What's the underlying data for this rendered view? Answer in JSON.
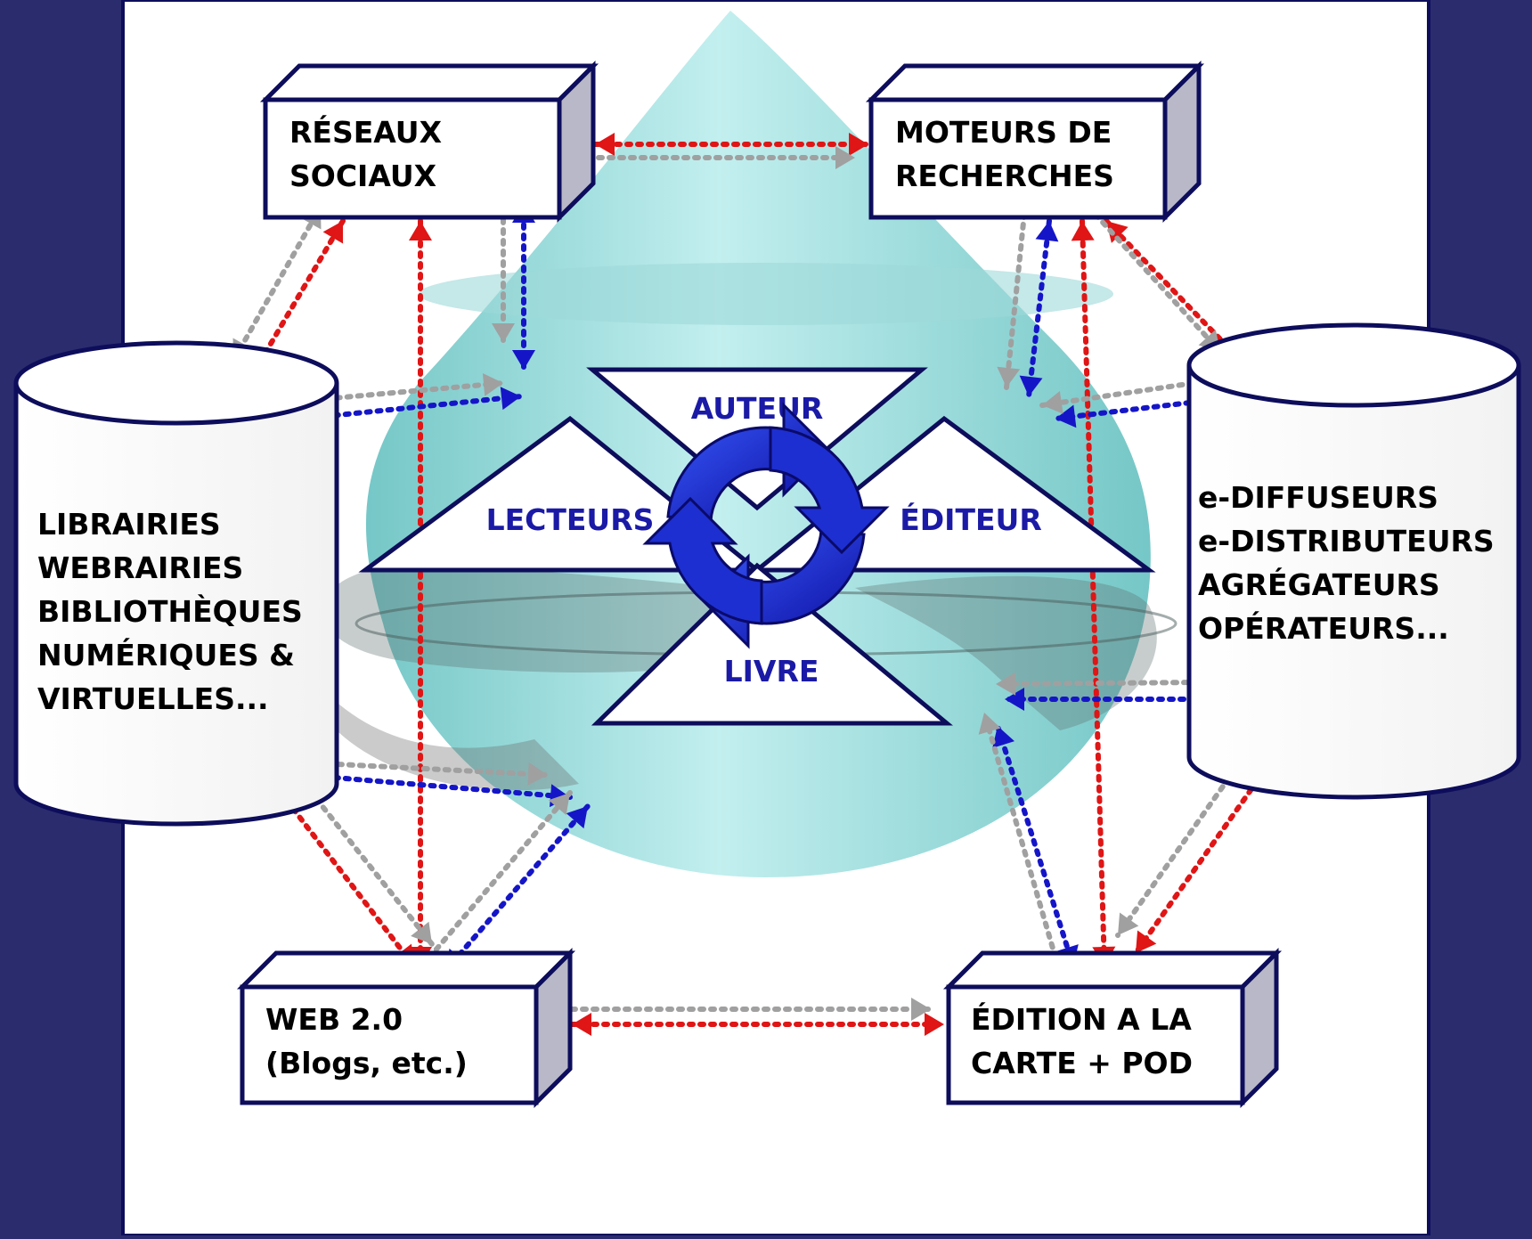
{
  "colors": {
    "frame_background": "#2a2c6e",
    "panel": "#ffffff",
    "outline": "#0d0d5c",
    "cone": "#7fcfcf",
    "arrow_red": "#e01515",
    "arrow_blue": "#1515c8",
    "arrow_gray": "#a0a0a0",
    "role_text": "#1a1aa6"
  },
  "nodes": {
    "reseaux": {
      "lines": [
        "RÉSEAUX",
        "SOCIAUX"
      ],
      "shape": "box-3d"
    },
    "moteurs": {
      "lines": [
        "MOTEURS DE",
        "RECHERCHES"
      ],
      "shape": "box-3d"
    },
    "librairies": {
      "lines": [
        "LIBRAIRIES",
        "WEBRAIRIES",
        "BIBLIOTHÈQUES",
        "NUMÉRIQUES &",
        "VIRTUELLES..."
      ],
      "shape": "cylinder"
    },
    "diffuseurs": {
      "lines": [
        "e-DIFFUSEURS",
        "e-DISTRIBUTEURS",
        "AGRÉGATEURS",
        "OPÉRATEURS..."
      ],
      "shape": "cylinder"
    },
    "web20": {
      "lines": [
        "WEB 2.0",
        "(Blogs, etc.)"
      ],
      "shape": "box-3d"
    },
    "edition": {
      "lines": [
        "ÉDITION A LA",
        "CARTE + POD"
      ],
      "shape": "box-3d"
    }
  },
  "roles": {
    "auteur": "AUTEUR",
    "lecteurs": "LECTEURS",
    "editeur": "ÉDITEUR",
    "livre": "LIVRE"
  },
  "cycle_icon": "circular-refresh-arrows-icon"
}
